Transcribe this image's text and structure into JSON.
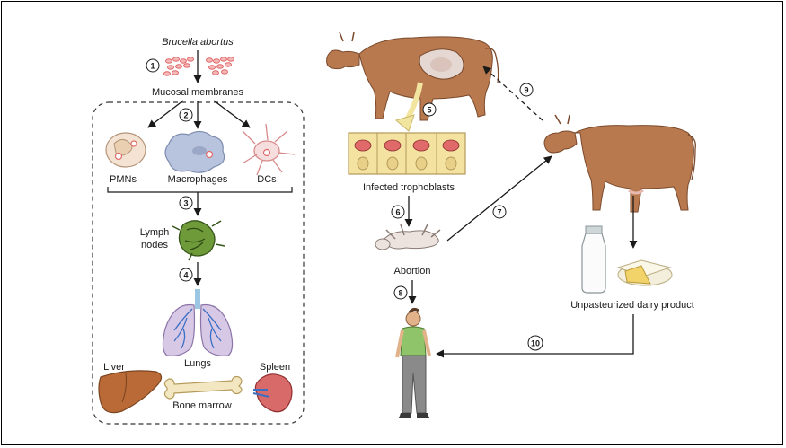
{
  "labels": {
    "pathogen": "Brucella abortus",
    "mucosal": "Mucosal membranes",
    "pmns": "PMNs",
    "macrophages": "Macrophages",
    "dcs": "DCs",
    "lymph_line1": "Lymph",
    "lymph_line2": "nodes",
    "lungs": "Lungs",
    "liver": "Liver",
    "spleen": "Spleen",
    "bone_marrow": "Bone marrow",
    "trophoblasts": "Infected trophoblasts",
    "abortion": "Abortion",
    "dairy": "Unpasteurized dairy product"
  },
  "steps": [
    "1",
    "2",
    "3",
    "4",
    "5",
    "6",
    "7",
    "8",
    "9",
    "10"
  ],
  "colors": {
    "cow": "#b9794f",
    "cow_dark": "#8a5634",
    "bacteria": "#e06a6a",
    "lung": "#c9b5dc",
    "lung_vessel": "#3b6fc4",
    "lymph": "#5a8a2a",
    "liver": "#b96a36",
    "spleen": "#c94a4a",
    "trophoblast": "#f3e2a0",
    "shirt": "#8fc46b",
    "pants": "#8a8a8a"
  }
}
